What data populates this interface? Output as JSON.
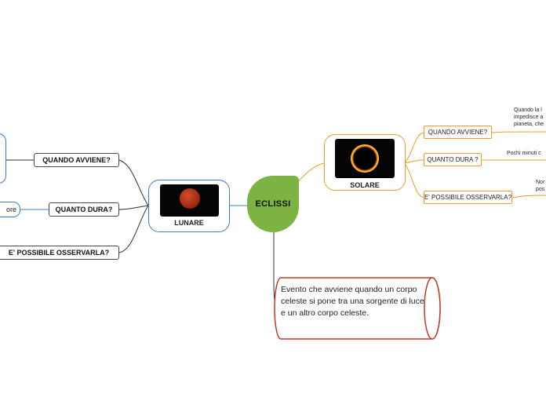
{
  "center": {
    "title": "ECLISSI"
  },
  "lunare": {
    "label": "LUNARE",
    "image": "red-moon-photo",
    "branches": {
      "avviene": "QUANDO AVVIENE?",
      "dura": "QUANTO DURA?",
      "osservarla": "E' POSSIBILE OSSERVARLA?"
    },
    "answers": {
      "dura_partial": "ore"
    }
  },
  "solare": {
    "label": "SOLARE",
    "image": "solar-eclipse-photo",
    "branches": {
      "avviene": "QUANDO AVVIENE?",
      "dura": "QUANTO DURA ?",
      "osservarla": "E' POSSIBILE OSSERVARLA?"
    },
    "answers": {
      "avviene_line1": "Quando la l",
      "avviene_line2": "impedisce a",
      "avviene_line3": "pianeta, che",
      "dura": "Pochi minuti c",
      "osservarla_line1": "Nor",
      "osservarla_line2": "pos"
    }
  },
  "definition": "Evento che avviene quando un corpo celeste si pone tra una sorgente di luce e un altro corpo celeste.",
  "colors": {
    "center": "#7cb342",
    "lunare_border": "#3f7cc8",
    "solare_border": "#f09a28",
    "definition_border": "#c0392b",
    "dark_border": "#4a4a4a"
  }
}
